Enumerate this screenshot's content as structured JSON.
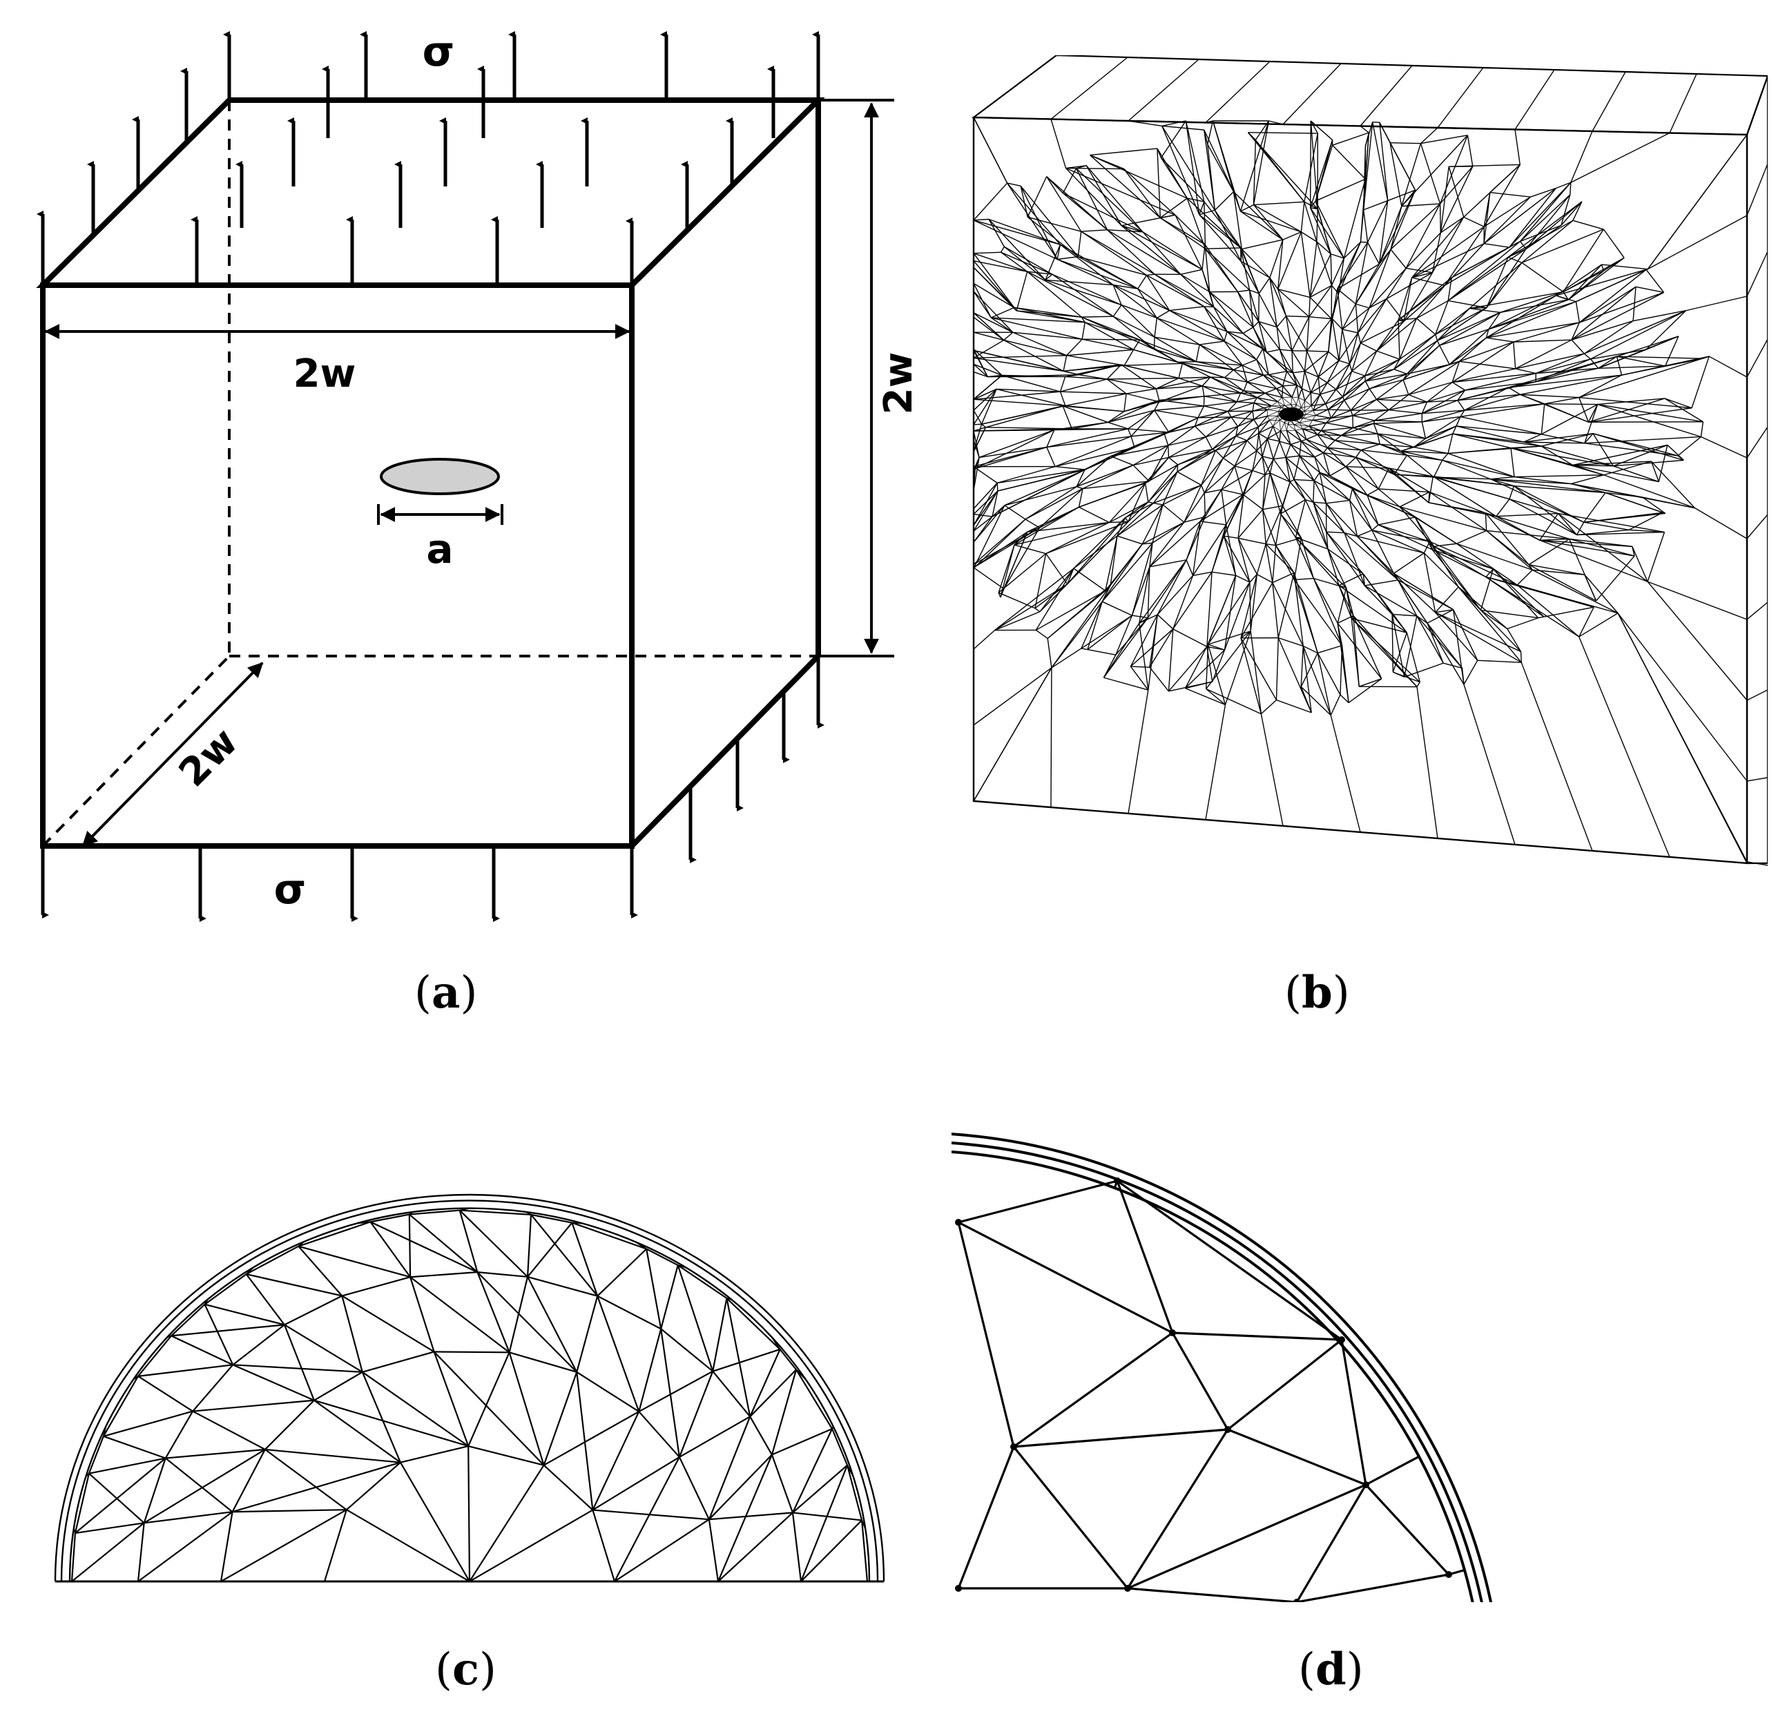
{
  "panels": {
    "a": {
      "caption_letter": "a",
      "stress_top": "σ",
      "stress_bottom": "σ",
      "dim_width": "2w",
      "dim_height": "2w",
      "dim_depth": "2w",
      "crack_label": "a"
    },
    "b": {
      "caption_letter": "b"
    },
    "c": {
      "caption_letter": "c"
    },
    "d": {
      "caption_letter": "d"
    }
  },
  "colors": {
    "line": "#000000",
    "crack_fill": "#d0d0d0",
    "background": "#ffffff"
  }
}
